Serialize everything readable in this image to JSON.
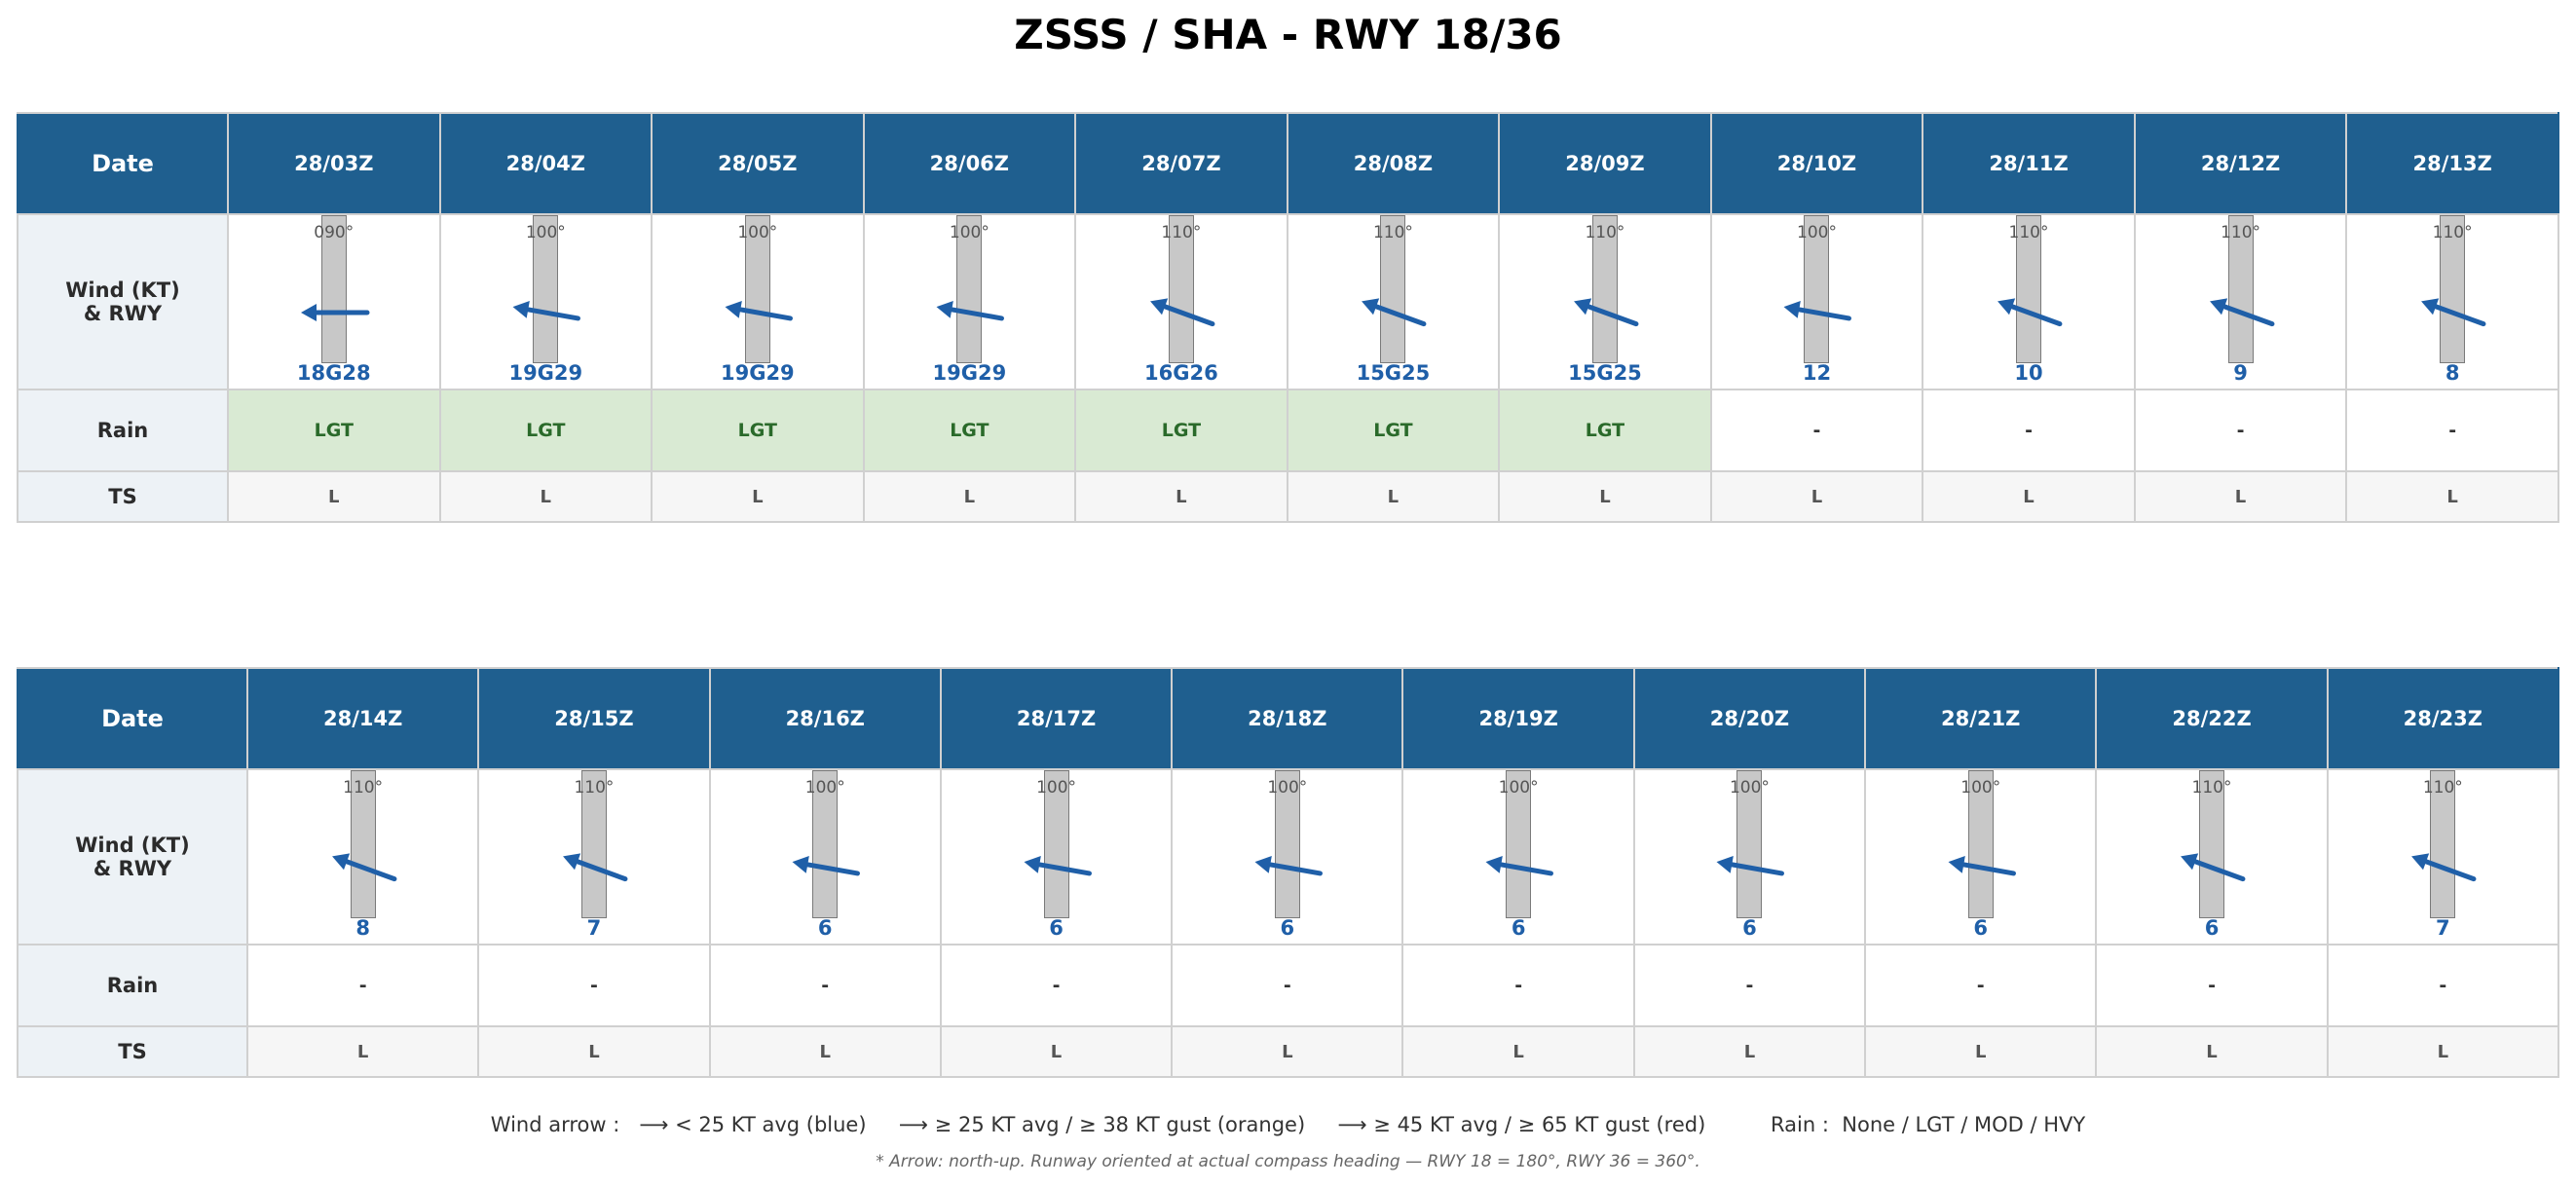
{
  "title": "ZSSS / SHA  -  RWY 18/36",
  "row_labels": {
    "date": "Date",
    "wind_line1": "Wind (KT)",
    "wind_line2": "& RWY",
    "rain": "Rain",
    "ts": "TS"
  },
  "colors": {
    "header_bg": "#1f5f8f",
    "arrow_blue": "#1f5fa8",
    "rain_lgt_bg": "#d9ead3",
    "runway_fill": "#c8c8c8"
  },
  "tables": [
    {
      "columns": [
        {
          "date": "28/03Z",
          "dir": 90,
          "dir_label": "090°",
          "wind": "18G28",
          "rain": "LGT",
          "ts": "L"
        },
        {
          "date": "28/04Z",
          "dir": 100,
          "dir_label": "100°",
          "wind": "19G29",
          "rain": "LGT",
          "ts": "L"
        },
        {
          "date": "28/05Z",
          "dir": 100,
          "dir_label": "100°",
          "wind": "19G29",
          "rain": "LGT",
          "ts": "L"
        },
        {
          "date": "28/06Z",
          "dir": 100,
          "dir_label": "100°",
          "wind": "19G29",
          "rain": "LGT",
          "ts": "L"
        },
        {
          "date": "28/07Z",
          "dir": 110,
          "dir_label": "110°",
          "wind": "16G26",
          "rain": "LGT",
          "ts": "L"
        },
        {
          "date": "28/08Z",
          "dir": 110,
          "dir_label": "110°",
          "wind": "15G25",
          "rain": "LGT",
          "ts": "L"
        },
        {
          "date": "28/09Z",
          "dir": 110,
          "dir_label": "110°",
          "wind": "15G25",
          "rain": "LGT",
          "ts": "L"
        },
        {
          "date": "28/10Z",
          "dir": 100,
          "dir_label": "100°",
          "wind": "12",
          "rain": "-",
          "ts": "L"
        },
        {
          "date": "28/11Z",
          "dir": 110,
          "dir_label": "110°",
          "wind": "10",
          "rain": "-",
          "ts": "L"
        },
        {
          "date": "28/12Z",
          "dir": 110,
          "dir_label": "110°",
          "wind": "9",
          "rain": "-",
          "ts": "L"
        },
        {
          "date": "28/13Z",
          "dir": 110,
          "dir_label": "110°",
          "wind": "8",
          "rain": "-",
          "ts": "L"
        }
      ]
    },
    {
      "columns": [
        {
          "date": "28/14Z",
          "dir": 110,
          "dir_label": "110°",
          "wind": "8",
          "rain": "-",
          "ts": "L"
        },
        {
          "date": "28/15Z",
          "dir": 110,
          "dir_label": "110°",
          "wind": "7",
          "rain": "-",
          "ts": "L"
        },
        {
          "date": "28/16Z",
          "dir": 100,
          "dir_label": "100°",
          "wind": "6",
          "rain": "-",
          "ts": "L"
        },
        {
          "date": "28/17Z",
          "dir": 100,
          "dir_label": "100°",
          "wind": "6",
          "rain": "-",
          "ts": "L"
        },
        {
          "date": "28/18Z",
          "dir": 100,
          "dir_label": "100°",
          "wind": "6",
          "rain": "-",
          "ts": "L"
        },
        {
          "date": "28/19Z",
          "dir": 100,
          "dir_label": "100°",
          "wind": "6",
          "rain": "-",
          "ts": "L"
        },
        {
          "date": "28/20Z",
          "dir": 100,
          "dir_label": "100°",
          "wind": "6",
          "rain": "-",
          "ts": "L"
        },
        {
          "date": "28/21Z",
          "dir": 100,
          "dir_label": "100°",
          "wind": "6",
          "rain": "-",
          "ts": "L"
        },
        {
          "date": "28/22Z",
          "dir": 110,
          "dir_label": "110°",
          "wind": "6",
          "rain": "-",
          "ts": "L"
        },
        {
          "date": "28/23Z",
          "dir": 110,
          "dir_label": "110°",
          "wind": "7",
          "rain": "-",
          "ts": "L"
        }
      ]
    }
  ],
  "legend": "Wind arrow :   ⟶ < 25 KT avg (blue)     ⟶ ≥ 25 KT avg / ≥ 38 KT gust (orange)     ⟶ ≥ 45 KT avg / ≥ 65 KT gust (red)          Rain :  None / LGT / MOD / HVY",
  "note": "* Arrow: north-up. Runway oriented at actual compass heading — RWY 18 = 180°, RWY 36 = 360°."
}
